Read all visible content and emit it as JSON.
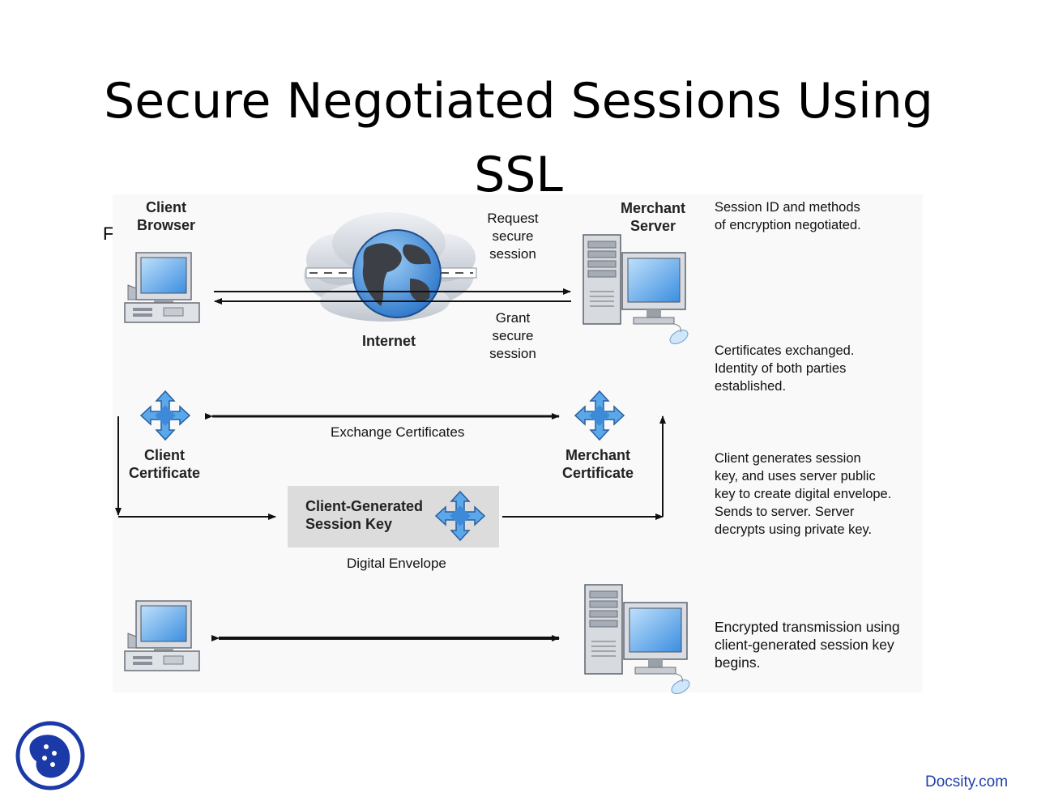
{
  "slide": {
    "title_line1": "Secure Negotiated Sessions Using",
    "title_line2": "SSL",
    "stray_char": "F"
  },
  "diagram": {
    "client_browser": "Client\nBrowser",
    "merchant_server": "Merchant\nServer",
    "internet": "Internet",
    "request": "Request\nsecure\nsession",
    "grant": "Grant\nsecure\nsession",
    "exchange_certificates": "Exchange Certificates",
    "client_certificate": "Client\nCertificate",
    "merchant_certificate": "Merchant\nCertificate",
    "session_key": "Client-Generated\nSession Key",
    "digital_envelope": "Digital Envelope",
    "notes": [
      "Session ID and methods\nof encryption negotiated.",
      "Certificates exchanged.\nIdentity of both parties\nestablished.",
      "Client generates session\nkey, and uses server public\nkey to create digital envelope.\nSends to server.  Server\ndecrypts using private key.",
      "Encrypted transmission using\nclient-generated session key\nbegins."
    ]
  },
  "footer": {
    "brand": "Docsity.com"
  },
  "colors": {
    "monitor_blue": "#4a9be0",
    "cert_blue": "#5aa7ea",
    "arrow": "#111111",
    "link": "#1d3fae",
    "logo_blue": "#1b3aa8"
  }
}
